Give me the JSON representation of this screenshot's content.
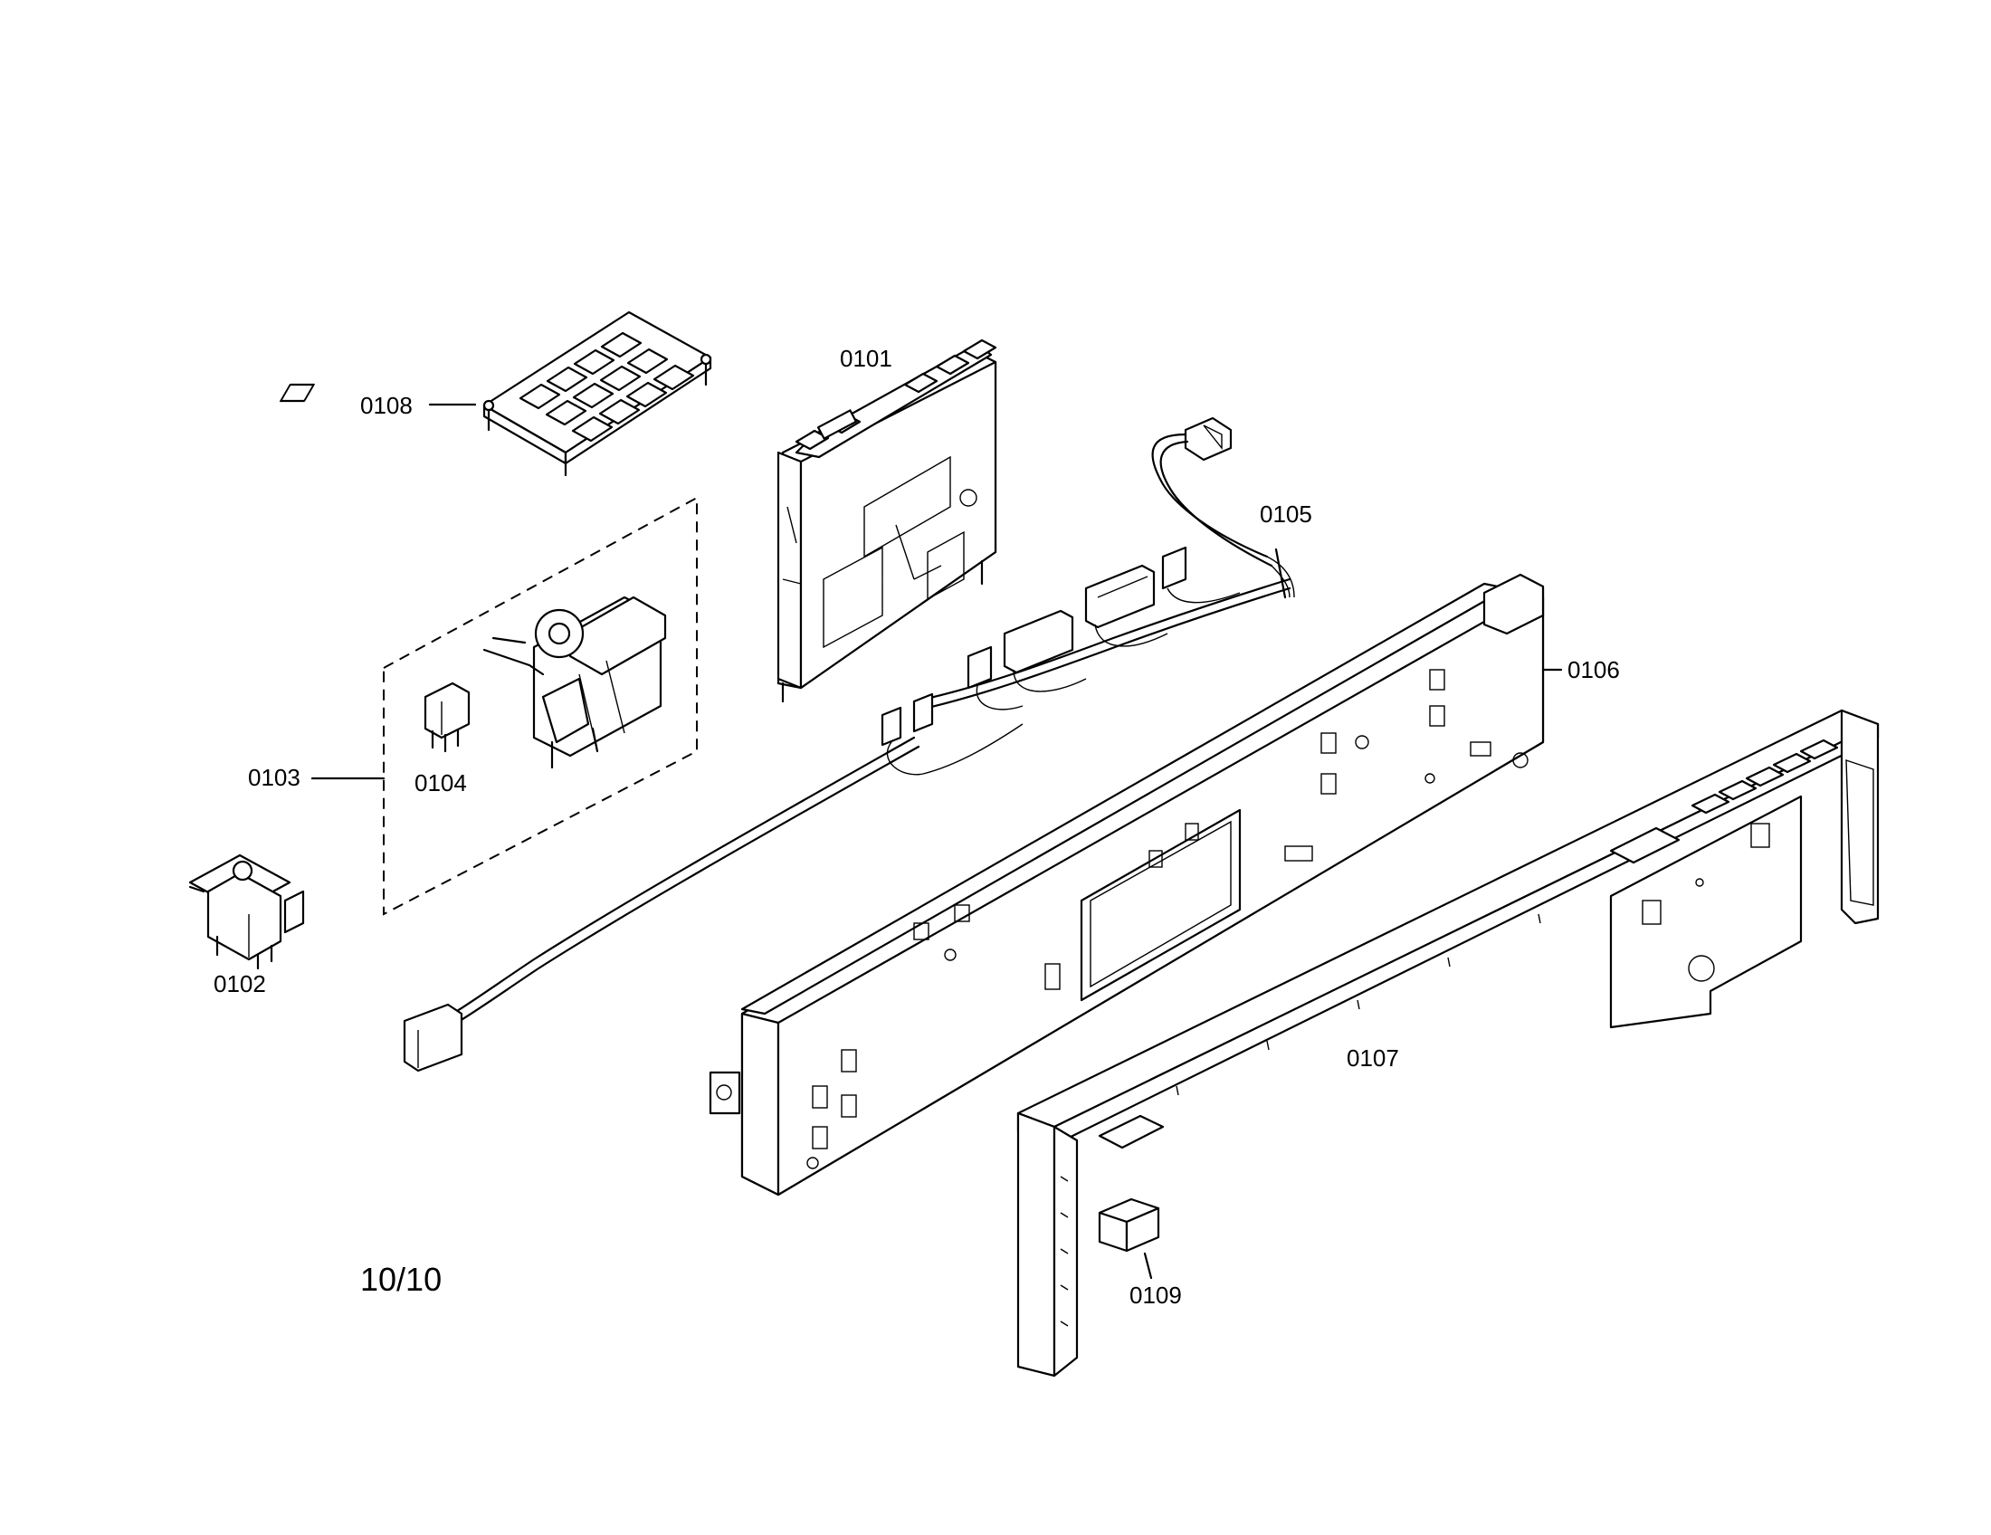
{
  "page_number": "10/10",
  "parts": {
    "p0101": "0101",
    "p0102": "0102",
    "p0103": "0103",
    "p0104": "0104",
    "p0105": "0105",
    "p0106": "0106",
    "p0107": "0107",
    "p0108": "0108",
    "p0109": "0109"
  }
}
